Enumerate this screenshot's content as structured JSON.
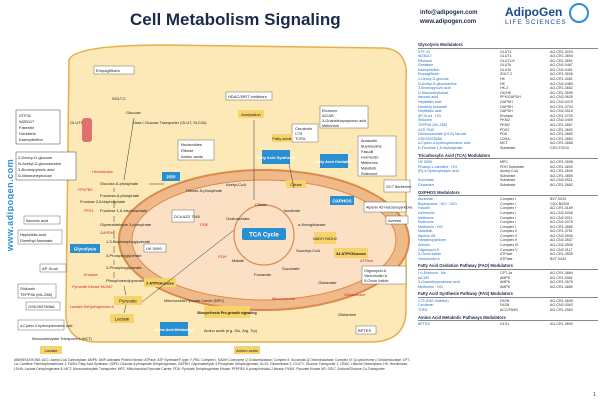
{
  "header": {
    "title": "Cell Metabolism Signaling",
    "email": "info@adipogen.com",
    "website": "www.adipogen.com",
    "brand": "AdipoGen",
    "brand_sub": "LIFE SCIENCES"
  },
  "sidebar": {
    "url": "www.adipogen.com"
  },
  "colors": {
    "navy": "#1b2a4a",
    "blue": "#2a8fd0",
    "red": "#d0282e",
    "yellow": "#f7d36b",
    "cell": "#fde9b8",
    "mito": "#f0b98a"
  },
  "diagram": {
    "inhibitor_left": [
      "STF31",
      "WZB117",
      "Fasentin",
      "Genistein",
      "Kaempferitrin"
    ],
    "glut1": "GLUT1",
    "sglt2": "SGLT-2",
    "empagliflozin": "Empagliflozin",
    "class_i": "Class I Glucose Transporter (GLUT, SLC2A)",
    "glucose": "Glucose",
    "hk_inhib": [
      "2-Deoxy-D-glucose",
      "N-Acetyl-D-glucosamine",
      "3-Bromopyruvic acid",
      "D-Mannoheptulose"
    ],
    "hexokinase": "Hexokinase",
    "g6p": "Glucose-6-phosphate",
    "f6p": "Fructose-6-phosphate",
    "f26bp": "Fructose 2,6-bisphosphate",
    "pfkfb3": "PFKFB3",
    "pfk1": "PFK1",
    "f16bp": "Fructose 1,6-bisphosphate",
    "itaconic": "Itaconic acid",
    "g3p": "Glyceraldehyde 3-phosphate",
    "gapdh": "GAPDH",
    "heptelidic": [
      "Heptelidic acid",
      "Dimethyl fumarate"
    ],
    "glycolysis": "Glycolysis",
    "bpg": "1,3-Bisphosphoglycerate",
    "pg3": "3-Phosphoglycerate",
    "pg2": "2-Phosphoglycerate",
    "ap3": "AP-III-a4",
    "enolase": "Enolase",
    "pep": "Phosphoenolpyruvate",
    "pkm2": "Pyruvate Kinase M1/M2",
    "shikonin": [
      "Shikonin",
      "TEPP46 (ML-265)"
    ],
    "gsk": "GSK2837808A",
    "ldh": "Lactate Dehydrogenase A",
    "pyruvate": "Pyruvate",
    "lactate": "Lactate",
    "cyano": "α-Cyano-4-hydroxycinnamic acid",
    "mct": "Monocarboxylate Transporters (MCT)",
    "lactate_out": "Lactate",
    "ppp": "PPP",
    "ribose": "Ribose-5-phosphate",
    "nucleotides": [
      "Nucleotides",
      "Ribose",
      "Amino acids"
    ],
    "acetylation": "Acetylation",
    "hdac": "HDAC/SIRT Inhibitors",
    "cytoplasm": "Cytoplasm",
    "fas": "Fatty Acid Synthesis",
    "fas_inhib": [
      "Cerulenin",
      "C75",
      "TOFA"
    ],
    "fatty_acids": "Fatty acids",
    "etomoxir": [
      "Etomoxir",
      "AICAR",
      "3-Guanidinopropionic acid",
      "Metformin"
    ],
    "fao": "Fatty Acid Oxidation",
    "fao_list": [
      "Auranofin",
      "Bupivacaine",
      "Fasudil",
      "Ivermectin",
      "Metformin",
      "Malotinib",
      "Rotenone"
    ],
    "gc7": "GC7 Berberine",
    "oxphos": "OXPHOS",
    "atpenin": "Atpenin A5 Harzianopyridone",
    "dca": "DCA AZD 7545",
    "pdk": "PDK",
    "pdh": "PDH",
    "acetyl": "Acetyl-CoA",
    "citrate": "Citrate",
    "tca": "TCA Cycle",
    "oxalo": "Oxaloacetate",
    "malate": "Malate",
    "fumarate": "Fumarate",
    "succinate": "Succinate",
    "succinyl": "Succinyl-CoA",
    "akg": "α-Ketoglutarate",
    "isocit": "Isocitrate",
    "nadh": "NADH FADH2",
    "atp36": "34 ATP/Glucose",
    "atp2": "2 ATP/Glucose",
    "mpc": "Mitochondrial Pyruvate Carrier (MPC)",
    "uk": "UK 5099",
    "mitochondria": "Mitochondria",
    "glutamate": "Glutamate",
    "glutamine": "Glutamine",
    "glutaminase": "Glutaminase",
    "oligomycin": [
      "Oligomycin A",
      "Venturicidin A",
      "5-Oxoin iodide"
    ],
    "atpase": "ATPase",
    "biosynthesis": "Biosynthesis Pro-growth signaling",
    "aa_metab": "Amino Acid Metabolism",
    "amino_acids": "Amino acids (e.g. Glu, Arg, Trp)",
    "amino_acids2": "Amino acids",
    "bptes": "BPTES",
    "aversin": "Aversin"
  },
  "legend": {
    "text": "ABBREVIATIONS: ACC: Acetyl-CoA Carboxylase; AMPK: AMP-activated Protein Kinase; ATPase: ATP Synthase/F-type; F-PBL: Complex I: NADH-Coenzyme Q Oxidoreductase; Complex II: Succinate-Q Oxidoreductase; Complex III: Q-cytochrome c Oxidoreductase; CPT-1a: Carnitine Palmitoyltransferase 1; FASN: Fatty Acid Synthase; G6PD: Glucose-6-phosphate Dehydrogenase; GAPDH: Glyceraldehyde 3-Phosphate Dehydrogenase; GLS1: Glutaminase 1; GLUT1: Glucose Transporter 1; HDAC: Histone Deacetylase; HK: Hexokinase; LDHA: Lactate Dehydrogenase A; MCT: Monocarboxylate Transporter; MPC: Mitochondrial Pyruvate Carrier; PDK: Pyruvate Dehydrogenase Kinase; PFKFB3: 6-phosphofructo-2-kinase; PKM2: Pyruvate Kinase M2; SGLT: Sodium/Glucose Co-Transporter"
  },
  "table": {
    "sections": [
      {
        "title": "Glycolysis Modulators",
        "rows": [
          [
            "STF-31",
            "GLUT1",
            "AG-CR1-3033"
          ],
          [
            "WZB117",
            "GLUT1",
            "AG-CR1-3694"
          ],
          [
            "Ritonavir",
            "GLUT1/4",
            "AG-CR1-3651"
          ],
          [
            "Genistein",
            "GLUTs",
            "AG-CN2-0467"
          ],
          [
            "Kaempferitrin",
            "GLUTs",
            "AG-CN2-0491"
          ],
          [
            "Empagliflozin",
            "SGLT-2",
            "AG-CR1-3636"
          ],
          [
            "2-Deoxy-D-glucose",
            "HK",
            "AG-CR1-3081"
          ],
          [
            "N-Acetyl-D-glucosamine",
            "HK",
            "AG-CN2-0489"
          ],
          [
            "3-Bromopyruvic acid",
            "HK-2",
            "AG-CR1-3652"
          ],
          [
            "D-Mannoheptulose",
            "GK/HK",
            "AG-CR1-3695"
          ],
          [
            "Itaconic acid",
            "PFK/GAPDH",
            "AG-CN2-0635"
          ],
          [
            "Heptelidic acid",
            "GAPDH",
            "AG-CN2-0475"
          ],
          [
            "Dimethyl fumarate",
            "GAPDH",
            "AG-CR1-3704"
          ],
          [
            "Heptelidic acid",
            "GAPDH",
            "AG-CN2-0518"
          ],
          [
            "AP-III-a4 . HCl",
            "Enolase",
            "AG-CR1-3703"
          ],
          [
            "Shikonin",
            "PKM2",
            "AG-CN2-0409"
          ],
          [
            "TEPP46 (ML-265)",
            "PKM2",
            "AG-CR1-3667"
          ],
          [
            "AZD 7545",
            "PDK2",
            "AG-CR1-3692"
          ],
          [
            "Dichloroacetate (DCA) Na salt",
            "PDK",
            "AG-CR1-3680"
          ],
          [
            "GSK2837808A",
            "LDHA",
            "AG-CR1-3683"
          ],
          [
            "α-Cyano-4-hydroxycinnamic acid",
            "MCT",
            "AG-CR1-3686"
          ],
          [
            "D-Fructose 1,6-diphosphate",
            "Substrate",
            "CDX-F0210"
          ]
        ]
      },
      {
        "title": "Tricarboxylic Acid (TCA) Modulators",
        "rows": [
          [
            "UK 5099",
            "MPC",
            "AG-CR1-3698"
          ],
          [
            "Pivaloyl-L-carnitine . HCl",
            "PDH Substrate",
            "AG-CR1-3693"
          ],
          [
            "(R)-3-Hydroxybutyric acid",
            "Acetyl-CoA",
            "AG-CR1-3649"
          ],
          [
            "",
            "Substrate",
            "AG-CR1-3685"
          ],
          [
            "Succinate",
            "Substrate",
            "AG-CN2-0521"
          ],
          [
            "Glutamine",
            "Substrate",
            "AG-CR1-3682"
          ]
        ]
      },
      {
        "title": "OXPHOS Modulators",
        "rows": [
          [
            "Auranofin",
            "Complex I",
            "BVT-0033"
          ],
          [
            "Bupivacaine . HCl . H2O",
            "Complex I",
            "CDX-B0326"
          ],
          [
            "Fasudil",
            "Complex I",
            "AG-CR1-3189"
          ],
          [
            "Ivermectin",
            "Complex I",
            "AG-CN2-0036"
          ],
          [
            "Metformin",
            "Complex I",
            "AG-CN2-0011"
          ],
          [
            "Rotenone",
            "Complex I",
            "AG-CN2-0076"
          ],
          [
            "Metformin . HCl",
            "Complex I",
            "AG-CR1-3689"
          ],
          [
            "Malotinib",
            "Complex II",
            "AG-CR1-3751"
          ],
          [
            "Atpenin A5",
            "Complex II",
            "AG-CN2-0536"
          ],
          [
            "Harzianopyridone",
            "Complex II",
            "AG-CN2-0537"
          ],
          [
            "Aversin",
            "Complex III",
            "AG-CN2-0508"
          ],
          [
            "Oligomycin A",
            "Complex V",
            "AG-CN2-0117"
          ],
          [
            "5-Oxoin iodide",
            "ATPase",
            "AG-CR1-3535"
          ],
          [
            "Venturicidin A",
            "ATPase",
            "BVT-0434"
          ]
        ]
      },
      {
        "title": "Fatty Acid Oxidation Pathway (FAO) Modulators",
        "rows": [
          [
            "(+)-Etomoxir . Na",
            "CPT-1a",
            "AG-CR1-3684"
          ],
          [
            "AICAR",
            "AMPK",
            "AG-CR1-0061"
          ],
          [
            "3-Guanidinopropionic acid",
            "AMPK",
            "AG-CR1-3678"
          ],
          [
            "Metformin . HCl",
            "AMPK",
            "AG-CR1-3689"
          ]
        ]
      },
      {
        "title": "Fatty Acid Synthesis Pathway (FAS) Modulators",
        "rows": [
          [
            "C75 (FAS Inhibitor)",
            "FASN",
            "AG-CR1-3649"
          ],
          [
            "Cerulenin",
            "FASN",
            "AG-CN2-0063"
          ],
          [
            "TOFA",
            "ACC/FASN",
            "AG-CR1-2563"
          ]
        ]
      },
      {
        "title": "Amino Acid Metabolic Pathways Modulators",
        "rows": [
          [
            "BPTES",
            "GLS1",
            "AG-CR1-3690"
          ]
        ]
      }
    ]
  },
  "page_number": "1"
}
